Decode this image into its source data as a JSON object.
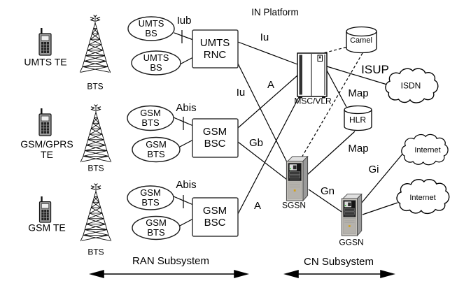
{
  "diagram": {
    "title": "IN Platform",
    "terminals": {
      "umts_te": "UMTS TE",
      "gsm_gprs_te": "GSM/GPRS\nTE",
      "gsm_te": "GSM TE",
      "bts": "BTS"
    },
    "ran": {
      "umts_bs": "UMTS\nBS",
      "gsm_bts": "GSM\nBTS",
      "umts_rnc": "UMTS\nRNC",
      "gsm_bsc": "GSM\nBSC"
    },
    "cn": {
      "msc_vlr": "MSC/VLR",
      "camel": "Camel",
      "hlr": "HLR",
      "sgsn": "SGSN",
      "ggsn": "GGSN"
    },
    "external": {
      "isdn": "ISDN",
      "internet": "Internet"
    },
    "interfaces": {
      "iub": "Iub",
      "iu": "Iu",
      "a": "A",
      "abis": "Abis",
      "gb": "Gb",
      "isup": "ISUP",
      "map": "Map",
      "gn": "Gn",
      "gi": "Gi"
    },
    "regions": {
      "ran": "RAN Subsystem",
      "cn": "CN Subsystem"
    },
    "colors": {
      "line": "#000000",
      "node_fill": "#ffffff",
      "server_body": "#c6c3bd",
      "server_panel": "#141414",
      "led_green": "#33cc33",
      "led_amber": "#d4a017"
    }
  }
}
